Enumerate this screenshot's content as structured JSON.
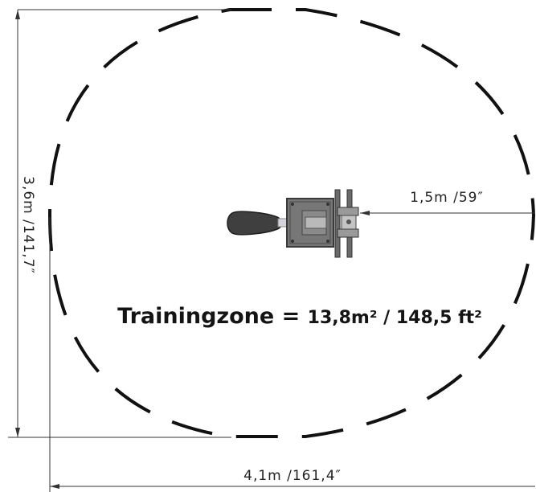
{
  "zone_label": {
    "prefix": "Trainingzone = ",
    "value": "13,8m² / 148,5 ft²"
  },
  "dimensions": {
    "height": "3,6m /141,7″",
    "width": "4,1m /161,4″",
    "radius": "1,5m /59″"
  },
  "colors": {
    "outline": "#111111",
    "dimension_line": "#333333",
    "equipment_dark": "#3f3f3f",
    "equipment_mid": "#777777",
    "equipment_light": "#b9b9b9",
    "arm": "#d4d4dc"
  },
  "icons": [
    "training-zone-outline",
    "exercise-machine-icon"
  ]
}
